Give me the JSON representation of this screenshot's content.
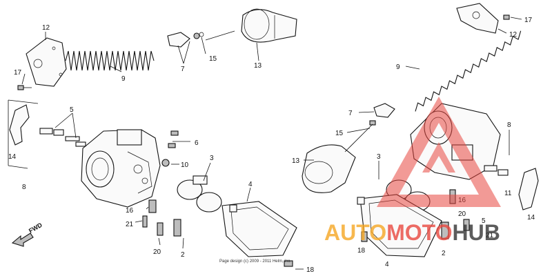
{
  "callouts": {
    "c1": "12",
    "c2": "9",
    "c3": "7",
    "c4": "15",
    "c5": "13",
    "c6": "17",
    "c7": "5",
    "c8": "14",
    "c9": "8",
    "c10": "6",
    "c11": "10",
    "c12": "3",
    "c13": "4",
    "c14": "16",
    "c15": "21",
    "c16": "20",
    "c17": "2",
    "c18": "18",
    "r1": "17",
    "r2": "12",
    "r3": "9",
    "r4": "7",
    "r5": "15",
    "r6": "13",
    "r7": "8",
    "r8": "3",
    "r9": "11",
    "r10": "14",
    "r11": "16",
    "r12": "20",
    "r13": "5",
    "r14": "21",
    "r15": "18",
    "r16": "2",
    "r17": "4"
  },
  "fwd_label": "FWD",
  "copyright": "Page design (c) 2009 - 2011 Helm, Inc.",
  "watermark": {
    "part1": "AUTO",
    "part2": "MOTO",
    "part3": "HUB",
    "color_orange": "#f5a623",
    "color_red": "#e8473f",
    "color_dark": "#333333"
  }
}
